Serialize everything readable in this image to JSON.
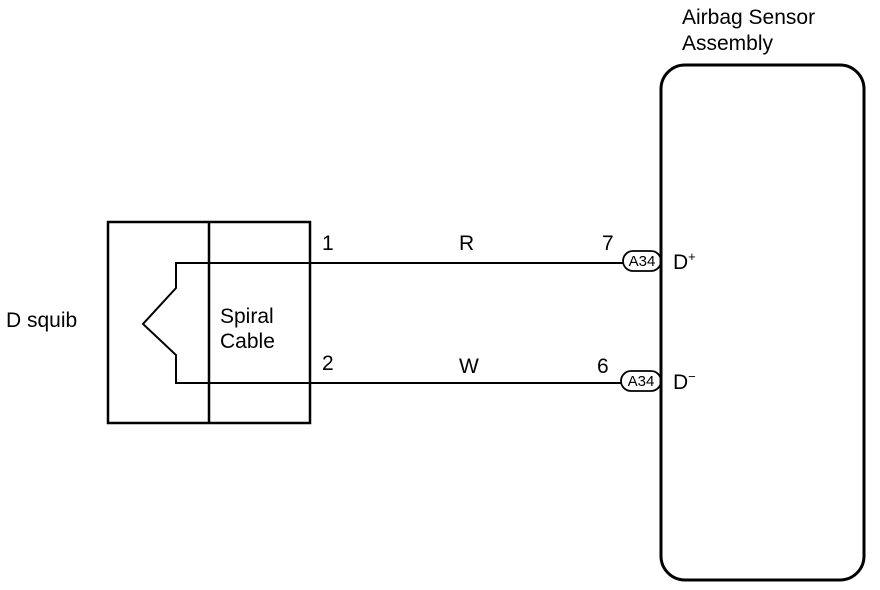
{
  "sensor": {
    "title_line1": "Airbag Sensor",
    "title_line2": "Assembly",
    "terminal_pos": "D",
    "terminal_pos_sign": "+",
    "terminal_neg": "D",
    "terminal_neg_sign": "−"
  },
  "squib": {
    "label": "D squib"
  },
  "spiral_cable": {
    "line1": "Spiral",
    "line2": "Cable"
  },
  "wires": [
    {
      "pin_left": "1",
      "color": "R",
      "pin_right": "7",
      "connector": "A34"
    },
    {
      "pin_left": "2",
      "color": "W",
      "pin_right": "6",
      "connector": "A34"
    }
  ]
}
